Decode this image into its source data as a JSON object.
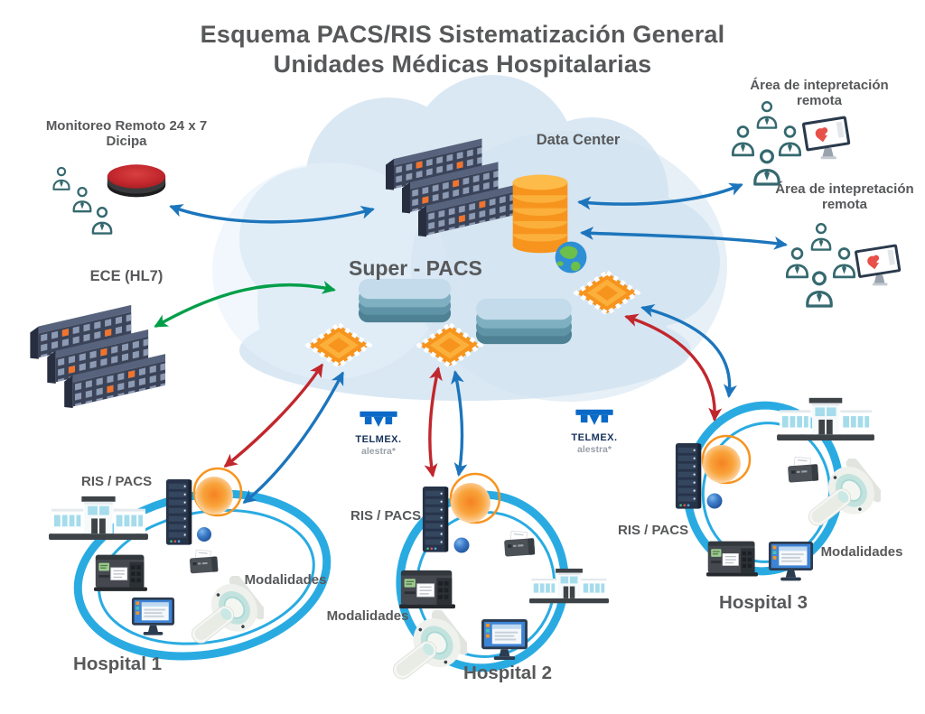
{
  "title": {
    "line1": "Esquema PACS/RIS Sistematización General",
    "line2": "Unidades Médicas Hospitalarias"
  },
  "cloud": {
    "data_center": "Data Center",
    "super_pacs": "Super - PACS"
  },
  "monitoring": {
    "line1": "Monitoreo Remoto 24 x 7",
    "line2": "Dicipa"
  },
  "ece": {
    "label": "ECE (HL7)"
  },
  "remote_area_1": {
    "line1": "Área de intepretación",
    "line2": "remota"
  },
  "remote_area_2": {
    "line1": "Área de intepretación",
    "line2": "remota"
  },
  "telmex": {
    "name": "TELMEX.",
    "sub": "alestra*"
  },
  "hospitals": [
    {
      "name": "Hospital 1",
      "ris_pacs": "RIS / PACS",
      "modalities": "Modalidades"
    },
    {
      "name": "Hospital 2",
      "ris_pacs": "RIS / PACS",
      "modalities": "Modalidades"
    },
    {
      "name": "Hospital 3",
      "ris_pacs": "RIS / PACS",
      "modalities": "Modalidades"
    }
  ],
  "icons": {
    "server_racks": "isometric-server-racks",
    "database": "database-cylinder",
    "globe": "earth-globe",
    "chip": "network-chip",
    "layer_stack": "pacs-storage-stack",
    "people": "staff-person-outline",
    "monitor_tilted": "diagnostic-monitor",
    "red_disk": "storage-disk",
    "building": "hospital-building",
    "tower": "ris-pacs-server-tower",
    "node": "wireless-orange-node",
    "sphere": "network-sphere",
    "printer": "printer",
    "film_printer": "film-printer",
    "workstation": "workstation-monitor",
    "ct": "ct-scanner",
    "telmex_glyph": "telmex-logo"
  },
  "colors": {
    "title_gray": "#57585A",
    "cloud": "#DAE8F4",
    "arrow_blue": "#1C75BC",
    "arrow_red": "#C1272D",
    "arrow_green": "#009E49",
    "ring_blue": "#29ABE2",
    "chip_orange": "#F7941E",
    "database_yellow": "#FBB03B",
    "people_teal": "#35696F",
    "telmex_blue": "#0B69C7"
  }
}
